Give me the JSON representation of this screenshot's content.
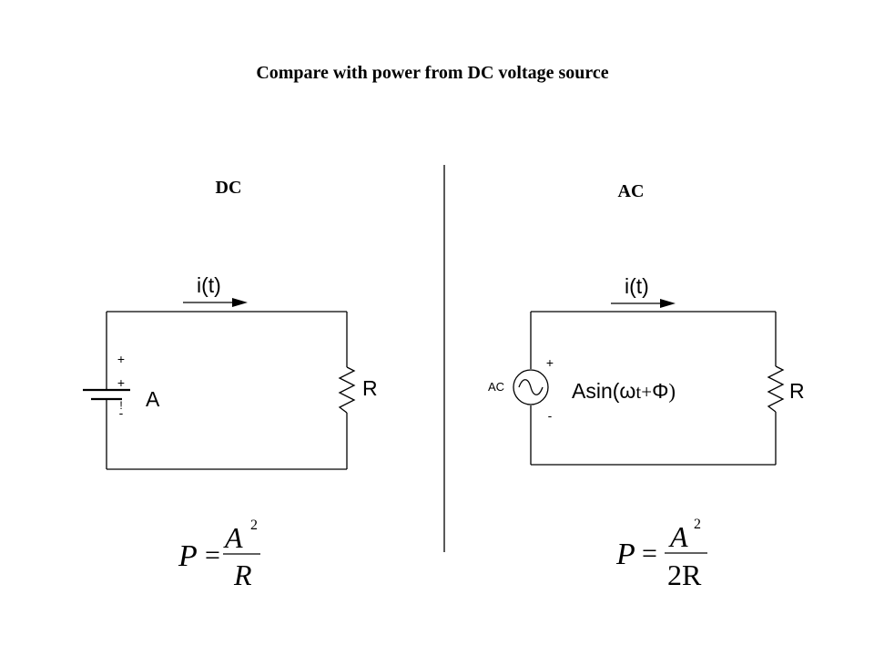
{
  "title": "Compare with power from DC voltage source",
  "dc": {
    "heading": "DC",
    "current_label": "i(t)",
    "plus_top": "+",
    "plus_cell": "+",
    "minus_mark": "!",
    "minus_cell": "-",
    "source_value": "A",
    "resistor_label": "R",
    "formula": {
      "lhs": "P",
      "eq": "=",
      "num_base": "A",
      "num_exp": "2",
      "den": "R"
    }
  },
  "ac": {
    "heading": "AC",
    "current_label": "i(t)",
    "source_type": "AC",
    "plus_mark": "+",
    "minus_mark": "-",
    "source_expr_prefix": "Asin(",
    "source_expr_omega": "ω",
    "source_expr_mid": "t+",
    "source_expr_phi": "Φ",
    "source_expr_suffix": ")",
    "resistor_label": "R",
    "formula": {
      "lhs": "P",
      "eq": "=",
      "num_base": "A",
      "num_exp": "2",
      "den": "2R"
    }
  }
}
